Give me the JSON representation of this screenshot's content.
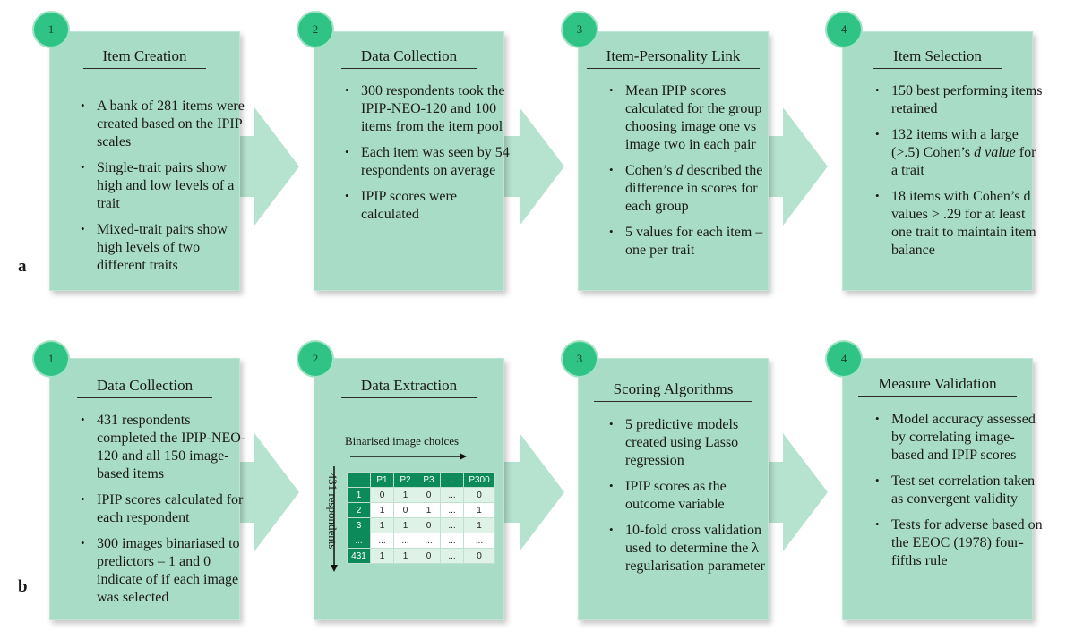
{
  "row_labels": {
    "a": "a",
    "b": "b"
  },
  "row_a": [
    {
      "num": "1",
      "title": "Item Creation",
      "bullets": [
        "A bank of 281 items were created based on the IPIP scales",
        "Single-trait pairs show high and low levels of a trait",
        "Mixed-trait pairs show high levels of two different traits"
      ]
    },
    {
      "num": "2",
      "title": "Data Collection",
      "bullets": [
        "300 respondents took the IPIP-NEO-120 and 100 items from the item pool",
        "Each item was seen by 54 respondents on average",
        "IPIP scores were calculated"
      ]
    },
    {
      "num": "3",
      "title": "Item-Personality Link",
      "bullets": [
        "Mean IPIP scores calculated for the group choosing image one vs image two in each pair",
        "Cohen’s d described the difference in scores for each group",
        "5 values for each item – one per trait"
      ]
    },
    {
      "num": "4",
      "title": "Item Selection",
      "bullets": [
        "150 best performing items retained",
        "132 items with a large (>.5) Cohen’s d value for a trait",
        "18 items with Cohen’s d values > .29 for at least one trait to maintain item balance"
      ]
    }
  ],
  "row_b": [
    {
      "num": "1",
      "title": "Data Collection",
      "bullets": [
        "431 respondents completed the IPIP-NEO-120 and all 150 image-based items",
        "IPIP scores calculated for each respondent",
        "300 images binariased to predictors – 1 and 0 indicate of if each image was selected"
      ]
    },
    {
      "num": "2",
      "title": "Data Extraction",
      "bullets": []
    },
    {
      "num": "3",
      "title": "Scoring Algorithms",
      "bullets": [
        "5 predictive models created using Lasso regression",
        "IPIP scores as the outcome variable",
        "10-fold cross validation used to determine the λ regularisation parameter"
      ]
    },
    {
      "num": "4",
      "title": "Measure Validation",
      "bullets": [
        "Model accuracy assessed by correlating image-based and IPIP scores",
        "Test set correlation taken as convergent validity",
        "Tests for adverse based on the EEOC (1978) four-fifths rule"
      ]
    }
  ],
  "extraction": {
    "x_label": "Binarised image choices",
    "y_label": "431 respondents",
    "headers": [
      "",
      "P1",
      "P2",
      "P3",
      "...",
      "P300"
    ],
    "rows": [
      [
        "1",
        "0",
        "1",
        "0",
        "...",
        "0"
      ],
      [
        "2",
        "1",
        "0",
        "1",
        "...",
        "1"
      ],
      [
        "3",
        "1",
        "1",
        "0",
        "...",
        "1"
      ],
      [
        "...",
        "...",
        "...",
        "...",
        "...",
        "..."
      ],
      [
        "431",
        "1",
        "1",
        "0",
        "...",
        "0"
      ]
    ]
  },
  "colors": {
    "box": "#a8dcc6",
    "badge": "#2fc486",
    "table_header": "#0d8a5a",
    "arrow": "#b5e3cf"
  }
}
